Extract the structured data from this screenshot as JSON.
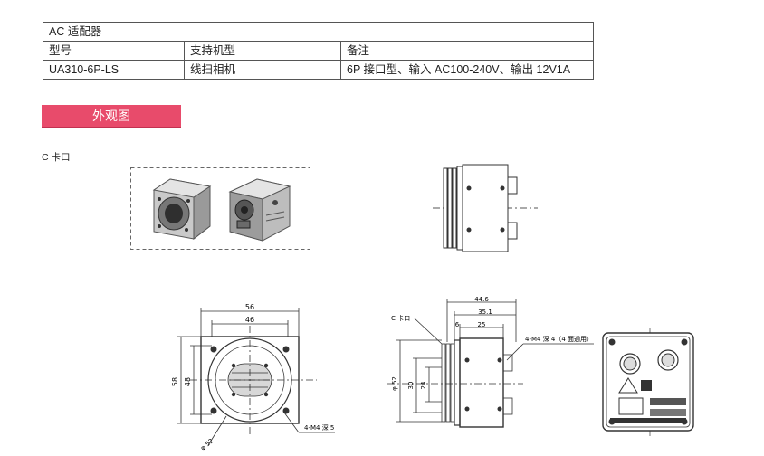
{
  "table": {
    "title": "AC 适配器",
    "headers": [
      "型号",
      "支持机型",
      "备注"
    ],
    "row": [
      "UA310-6P-LS",
      "线扫相机",
      "6P 接口型、输入 AC100-240V、输出 12V1A"
    ]
  },
  "section_title": "外观图",
  "mount_label": "C 卡口",
  "drawings": {
    "front": {
      "width_outer": "56",
      "width_inner": "46",
      "height_outer": "58",
      "height_inner": "48",
      "thread_note": "4-M4 深 5",
      "diameter": "φ 52"
    },
    "side": {
      "mount_callout": "C 卡口",
      "length_total": "44.6",
      "length_body": "35.1",
      "length_small": "6",
      "length_mid": "25",
      "dia_outer": "φ 52",
      "dim_30": "30",
      "dim_24": "24",
      "thread_note": "4-M4 深 4（4 面通用）"
    }
  }
}
